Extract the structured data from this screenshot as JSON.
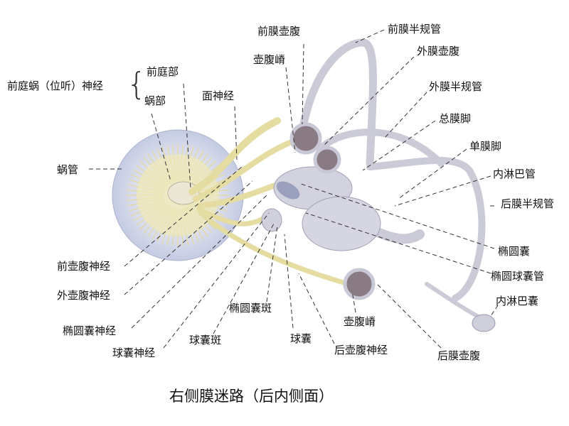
{
  "title": "右侧膜迷路（后内侧面）",
  "labels": {
    "vestibulocochlear_nerve": "前庭蜗（位听）神经",
    "vestibular_part": "前庭部",
    "cochlear_part": "蜗部",
    "facial_nerve": "面神经",
    "cochlear_duct": "蜗管",
    "anterior_ampulla": "前膜壶腹",
    "ampullary_crest_top": "壶腹嵴",
    "anterior_canal": "前膜半规管",
    "lateral_ampulla": "外膜壶腹",
    "lateral_canal": "外膜半规管",
    "common_crus": "总膜脚",
    "simple_crus": "单膜脚",
    "endolymphatic_duct": "内淋巴管",
    "posterior_canal": "后膜半规管",
    "utricle": "椭圆囊",
    "utriculosaccular_duct": "椭圆球囊管",
    "endolymphatic_sac": "内淋巴囊",
    "anterior_ampullary_nerve": "前壶腹神经",
    "lateral_ampullary_nerve": "外壶腹神经",
    "utricular_nerve": "椭圆囊神经",
    "saccular_nerve": "球囊神经",
    "saccular_macula": "球囊斑",
    "utricular_macula": "椭圆囊斑",
    "saccule": "球囊",
    "ampullary_crest_bottom": "壶腹嵴",
    "posterior_ampullary_nerve": "后壶腹神经",
    "posterior_ampulla": "后膜壶腹"
  },
  "colors": {
    "membrane": "#c9c9d6",
    "nerve": "#e8e0a8",
    "cochlea": "#cfd6ea"
  }
}
